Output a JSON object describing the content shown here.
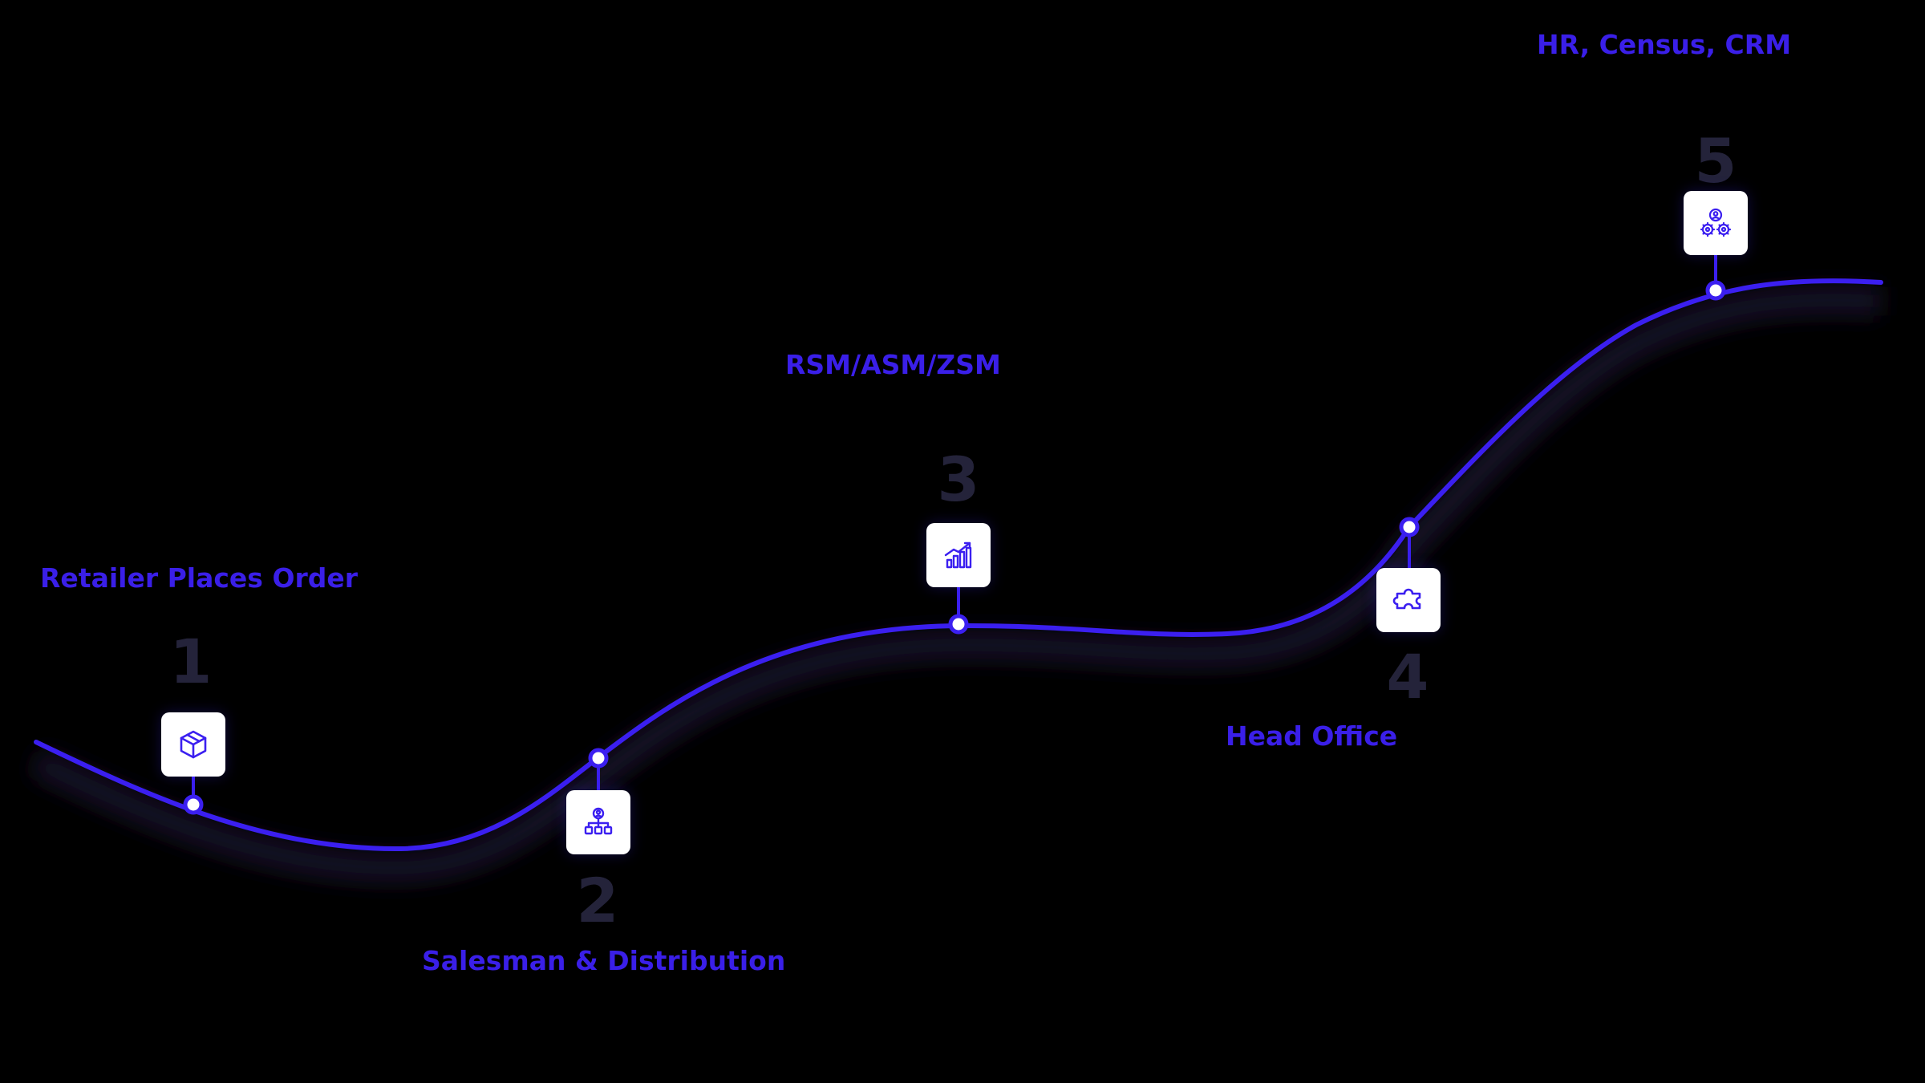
{
  "colors": {
    "background": "#000000",
    "accent": "#3b1ff0",
    "label": "#3a1fe8",
    "number": "#24233a",
    "icon_box": "#ffffff"
  },
  "steps": [
    {
      "number": "1",
      "label": "Retailer Places Order",
      "icon": "package-box-icon"
    },
    {
      "number": "2",
      "label": "Salesman & Distribution",
      "icon": "org-hierarchy-icon"
    },
    {
      "number": "3",
      "label": "RSM/ASM/ZSM",
      "icon": "growth-bar-chart-icon"
    },
    {
      "number": "4",
      "label": "Head Office",
      "icon": "puzzle-piece-icon"
    },
    {
      "number": "5",
      "label": "HR, Census, CRM",
      "icon": "team-gears-icon"
    }
  ]
}
